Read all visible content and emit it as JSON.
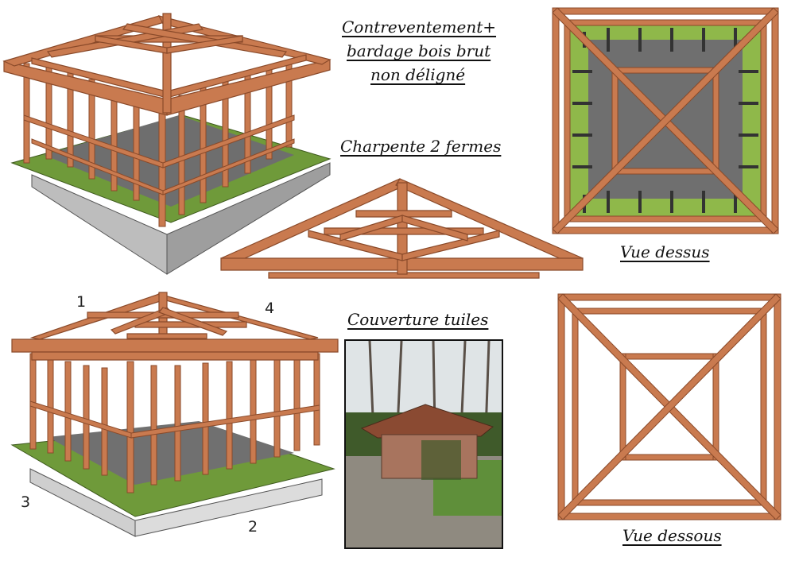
{
  "labels": {
    "title_line1": "Contreventement+",
    "title_line2": "bardage bois brut",
    "title_line3": "non déligné",
    "charpente": "Charpente 2 fermes",
    "couverture": "Couverture tuiles",
    "vue_dessus": "Vue dessus",
    "vue_dessous": "Vue dessous"
  },
  "numbers": {
    "n1": "1",
    "n2": "2",
    "n3": "3",
    "n4": "4"
  },
  "colors": {
    "wood": "#c97a4f",
    "wood_dark": "#8a4a2a",
    "grass": "#6f9a3a",
    "floor": "#7a7a7a",
    "slab": "#cfcfcf"
  }
}
